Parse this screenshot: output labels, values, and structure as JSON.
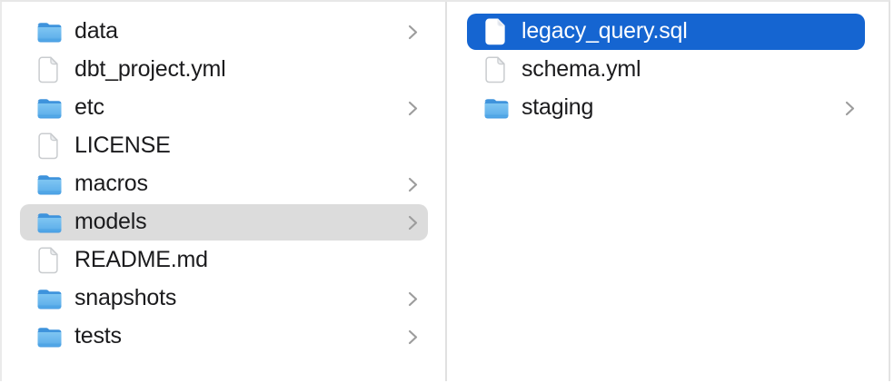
{
  "window": {
    "view": "finder-column-view"
  },
  "colors": {
    "selection_primary_blue": "#1565d1",
    "selection_secondary_gray": "#dcdcdc",
    "text_default": "#1b1b1d",
    "text_selected": "#ffffff",
    "divider": "#e1e1e1",
    "folder_blue": "#6db9ee",
    "chevron_gray": "#9d9d9d"
  },
  "columns": {
    "left": {
      "items": [
        {
          "label": "data",
          "icon": "folder",
          "chevron": true,
          "selected": "none"
        },
        {
          "label": "dbt_project.yml",
          "icon": "document",
          "chevron": false,
          "selected": "none"
        },
        {
          "label": "etc",
          "icon": "folder",
          "chevron": true,
          "selected": "none"
        },
        {
          "label": "LICENSE",
          "icon": "document",
          "chevron": false,
          "selected": "none"
        },
        {
          "label": "macros",
          "icon": "folder",
          "chevron": true,
          "selected": "none"
        },
        {
          "label": "models",
          "icon": "folder",
          "chevron": true,
          "selected": "secondary"
        },
        {
          "label": "README.md",
          "icon": "document",
          "chevron": false,
          "selected": "none"
        },
        {
          "label": "snapshots",
          "icon": "folder",
          "chevron": true,
          "selected": "none"
        },
        {
          "label": "tests",
          "icon": "folder",
          "chevron": true,
          "selected": "none"
        }
      ]
    },
    "right": {
      "items": [
        {
          "label": "legacy_query.sql",
          "icon": "document",
          "chevron": false,
          "selected": "primary"
        },
        {
          "label": "schema.yml",
          "icon": "document",
          "chevron": false,
          "selected": "none"
        },
        {
          "label": "staging",
          "icon": "folder",
          "chevron": true,
          "selected": "none"
        }
      ]
    }
  }
}
